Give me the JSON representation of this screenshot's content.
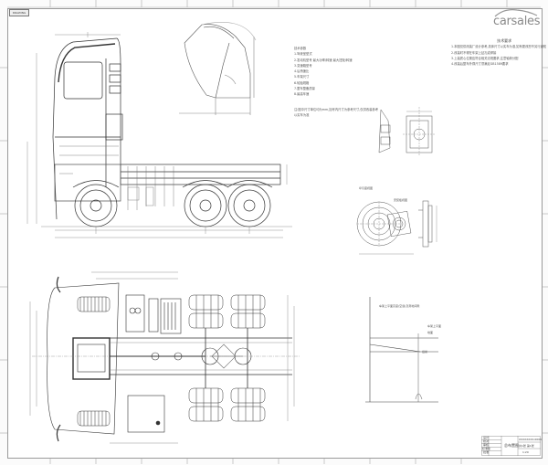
{
  "drawing": {
    "title": "Truck chassis general arrangement drawing (6x4 tractor/cab-chassis)",
    "stamp_label": "DRAWING NO.",
    "watermark": {
      "brand": "carsales",
      "icon": "car-silhouette-icon"
    },
    "views": [
      {
        "name": "side-elevation",
        "description": "Left side view of cab and 3-axle chassis with dimension chains"
      },
      {
        "name": "cab-tilt-view",
        "description": "Cab tilt envelope with angle dimensions"
      },
      {
        "name": "plan-view",
        "description": "Top view of chassis frame, engine, tanks and dual-wheel tandem axles"
      },
      {
        "name": "fifth-wheel-detail",
        "description": "Mounting plate / coupling detail views"
      },
      {
        "name": "ramp-angle-detail",
        "description": "Frame height and approach profile detail"
      }
    ],
    "notes_left": {
      "lines": [
        "技术参数",
        "1.驾驶室型式",
        "2.发动机型号 最大功率/转速 最大扭矩/转速",
        "3.变速箱型号",
        "4.后桥速比",
        "5.车架尺寸",
        "6.轮胎规格",
        "7.整车整备质量",
        "8.最高车速"
      ],
      "footer_lines": [
        "注:图中尺寸单位均为mm,括号内尺寸为参考尺寸,仅供改装参考",
        "以实车为准"
      ]
    },
    "notes_right": {
      "title": "技术要求",
      "lines": [
        "1.本图仅供改装厂设计参考,具体尺寸以实车为准,如有更改恕不另行通知",
        "2.改装时不得在车架上钻孔或焊接",
        "3.上装质心位置应符合相关法规要求,注意轴荷分配",
        "4.改装后整车外廓尺寸须满足GB1589要求"
      ]
    },
    "detail_labels": {
      "fifth_wheel_left": "牵引座视图",
      "fifth_wheel_right": "安装板视图",
      "ramp_header": "车架上平面高度(空载)及离地间隙",
      "ramp_note_1": "车架上平面",
      "ramp_note_2": "地面",
      "ramp_note_3": "后悬"
    },
    "title_block": {
      "name": "总布置图",
      "code": "XXXXXXXX-0000",
      "sheet": "共1张 第1张",
      "scale": "1:20",
      "rows": [
        "设计",
        "校对",
        "审核",
        "标准化",
        "批准"
      ]
    }
  }
}
